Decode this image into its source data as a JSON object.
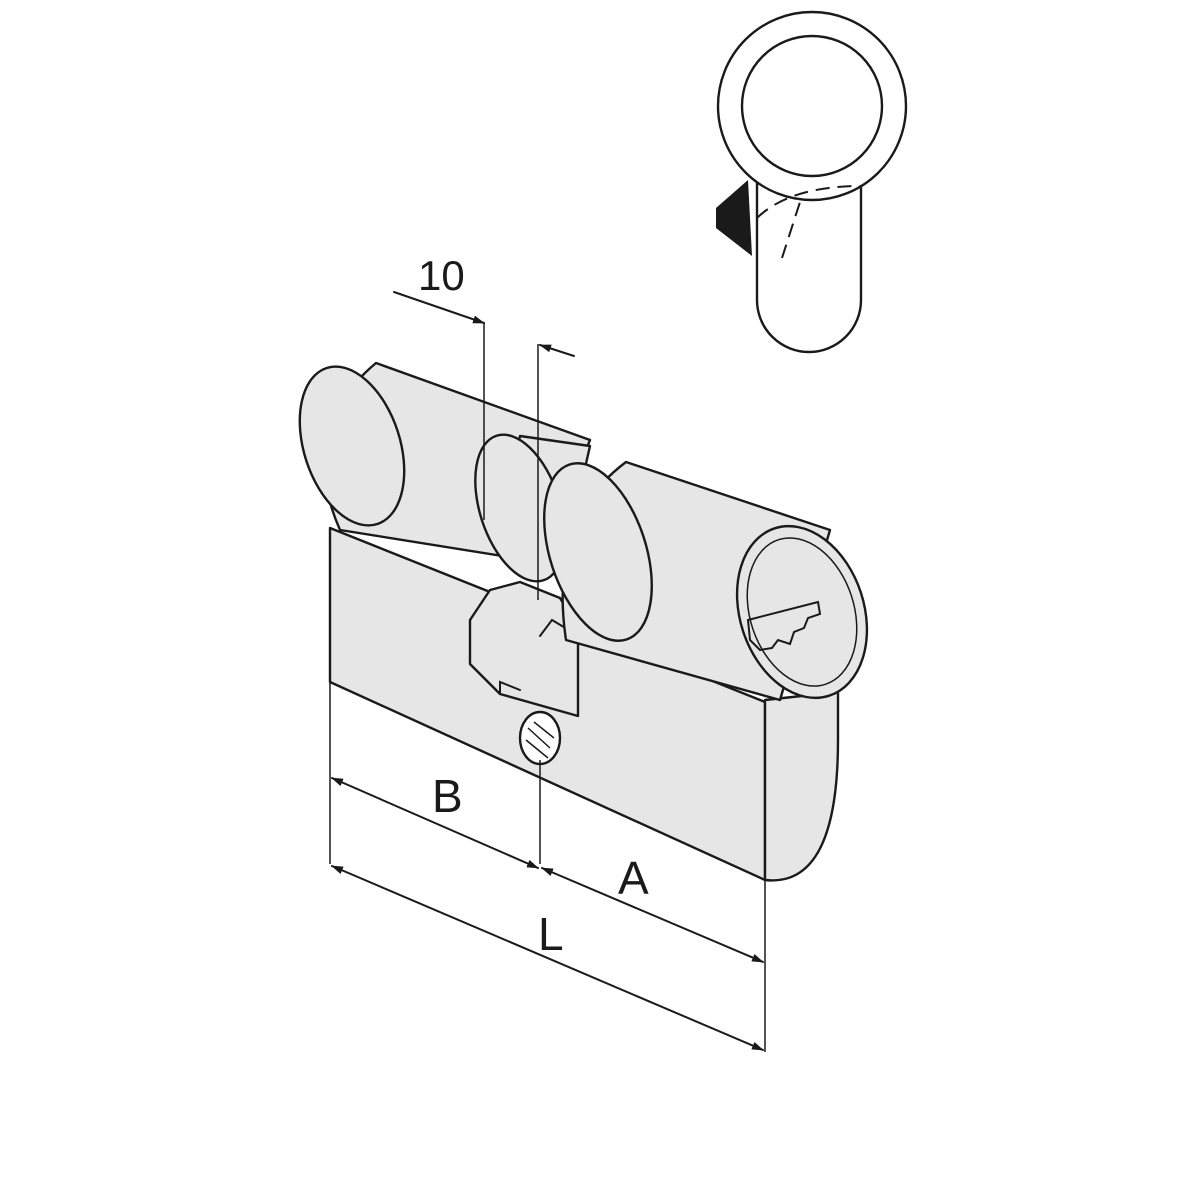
{
  "dimensions": {
    "pin_width": "10",
    "side_b": "B",
    "side_a": "A",
    "total_length": "L"
  },
  "colors": {
    "body_fill": "#e6e6e6",
    "line": "#1a1a1a",
    "background": "#ffffff"
  },
  "icons": {
    "cylinder": "euro-cylinder-lock",
    "profile": "cylinder-profile-section"
  }
}
